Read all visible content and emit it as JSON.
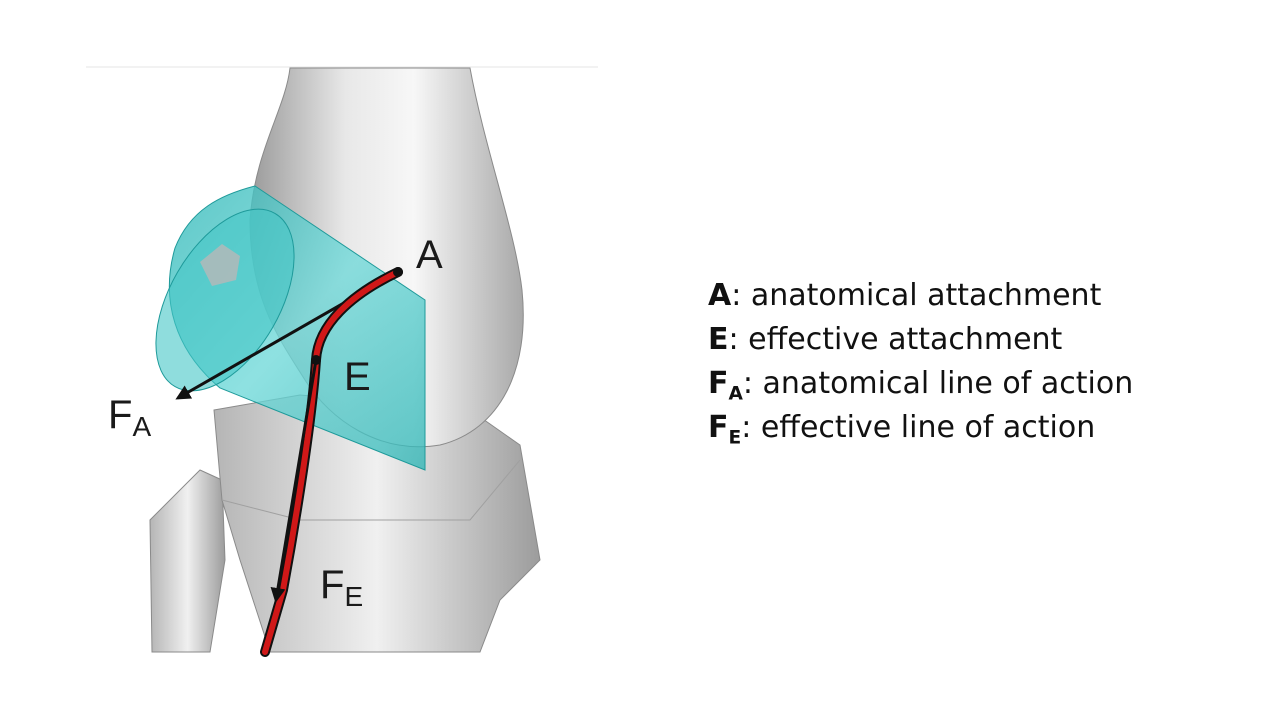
{
  "figure": {
    "labels": {
      "A": "A",
      "E": "E",
      "FA_main": "F",
      "FA_sub": "A",
      "FE_main": "F",
      "FE_sub": "E"
    },
    "colors": {
      "background": "#ffffff",
      "cylinder": "#3cc8c8",
      "tendon": "#d01818",
      "bone_light": "#efefef",
      "bone_dark": "#8f8f8f",
      "arrow": "#111111"
    }
  },
  "legend": {
    "items": [
      {
        "key": "A",
        "sub": "",
        "text": ": anatomical attachment"
      },
      {
        "key": "E",
        "sub": "",
        "text": ": effective attachment"
      },
      {
        "key": "F",
        "sub": "A",
        "text": ": anatomical line of action"
      },
      {
        "key": "F",
        "sub": "E",
        "text": ": effective line of action"
      }
    ]
  }
}
